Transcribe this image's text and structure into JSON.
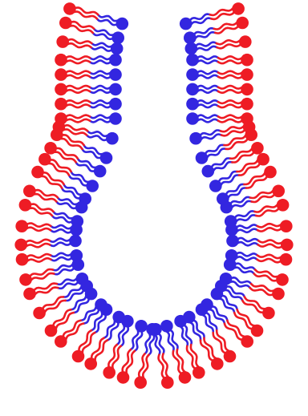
{
  "diagram": {
    "type": "lipid-bilayer-budding-vesicle",
    "colors": {
      "outer_leaflet": "#ee1c24",
      "inner_leaflet": "#3326e0",
      "background": "#ffffff"
    },
    "outer_leaflet": {
      "head": "red-sphere",
      "tails": "two-wavy-red-chains"
    },
    "inner_leaflet": {
      "head": "blue-sphere",
      "tails": "two-wavy-blue-chains"
    }
  }
}
